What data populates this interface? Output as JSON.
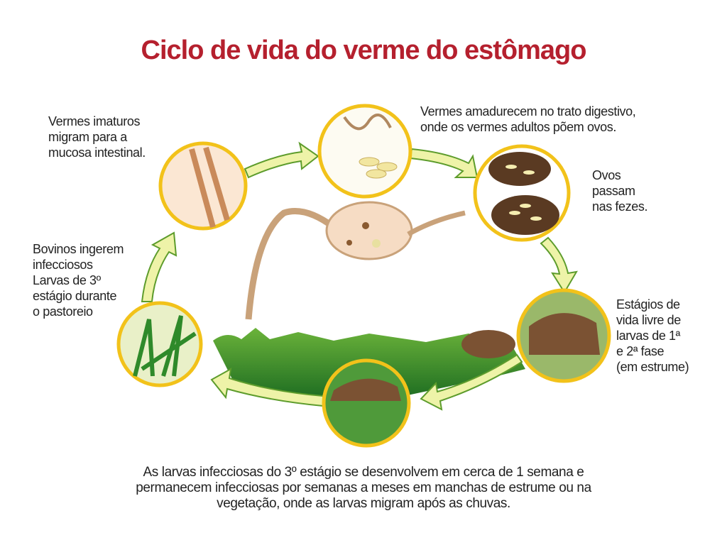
{
  "title": "Ciclo de vida do verme do estômago",
  "labels": {
    "immature": "Vermes imaturos\nmigram para a\nmucosa intestinal.",
    "mature": "Vermes amadurecem no trato digestivo,\nonde os vermes adultos põem ovos.",
    "eggs": "Ovos\npassam\nnas fezes.",
    "free_living": "Estágios de\nvida livre de\nlarvas de 1ª\ne 2ª fase\n(em estrume)",
    "ingest": "Bovinos ingerem\ninfecciosos\nLarvas de 3º\nestágio durante\no pastoreio"
  },
  "bottom_text": "As larvas infecciosas do 3º estágio se desenvolvem em cerca de 1 semana e permanecem infecciosas por semanas a meses em manchas de estrume ou na vegetação, onde as larvas migram após as chuvas.",
  "colors": {
    "title": "#b5202e",
    "ring": "#f2c21a",
    "arrow_fill": "#eef3a8",
    "arrow_stroke": "#5d9c2c",
    "grass": "#2e8a2a"
  }
}
